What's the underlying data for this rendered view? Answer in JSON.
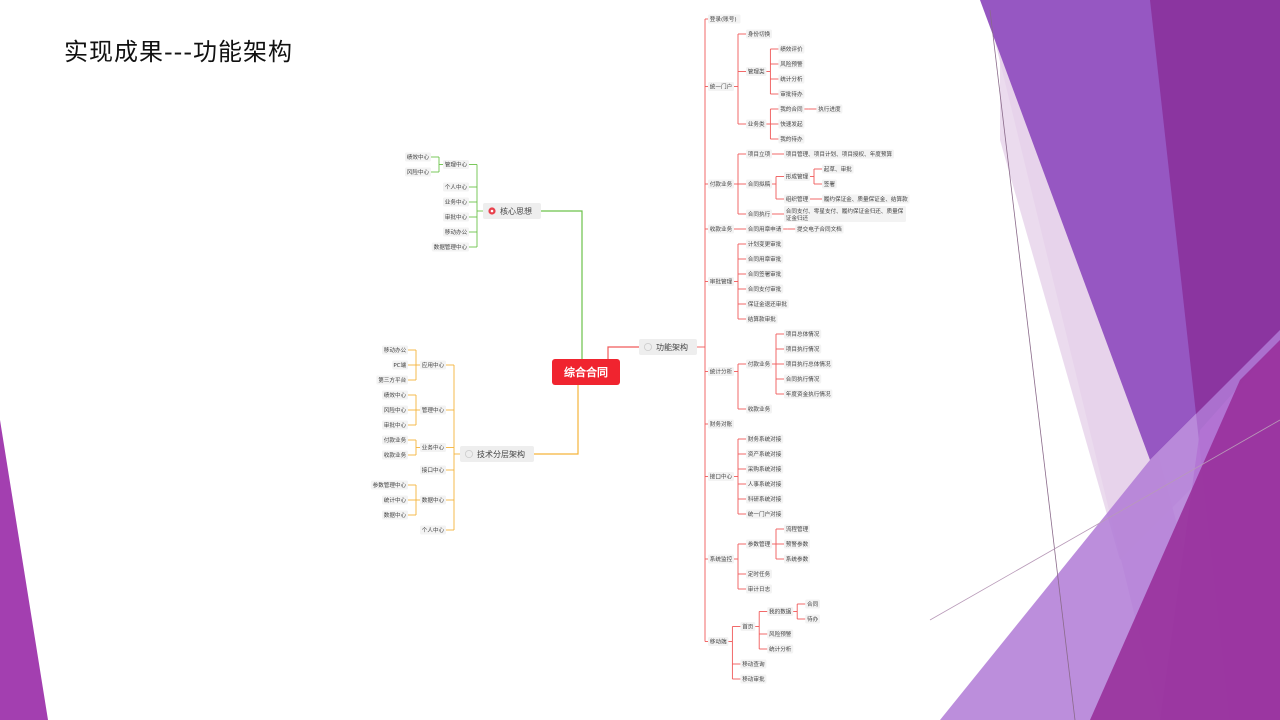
{
  "slide": {
    "title": "实现成果---功能架构"
  },
  "colors": {
    "root": "#f0242f",
    "green": "#6cc24a",
    "orange": "#f5b43b",
    "red": "#f05a5a",
    "deco_purple": "#8e3fa8",
    "deco_violet": "#a06ad0",
    "deco_magenta": "#c040b0",
    "deco_light": "#dcc4e0"
  },
  "mindmap": {
    "root": {
      "label": "综合合同"
    },
    "branches": [
      {
        "label": "核心思想",
        "icon": "bullet-icon",
        "side": "left",
        "color": "green",
        "children": [
          {
            "label": "管理中心",
            "children": [
              {
                "label": "绩效中心"
              },
              {
                "label": "风险中心"
              }
            ]
          },
          {
            "label": "个人中心"
          },
          {
            "label": "业务中心"
          },
          {
            "label": "审批中心"
          },
          {
            "label": "移动办公"
          },
          {
            "label": "数据管理中心"
          }
        ]
      },
      {
        "label": "技术分层架构",
        "icon": "circle-icon",
        "side": "left",
        "color": "orange",
        "children": [
          {
            "label": "应用中心",
            "children": [
              {
                "label": "移动办公"
              },
              {
                "label": "PC端"
              },
              {
                "label": "第三方平台"
              }
            ]
          },
          {
            "label": "管理中心",
            "children": [
              {
                "label": "绩效中心"
              },
              {
                "label": "风险中心"
              },
              {
                "label": "审批中心"
              }
            ]
          },
          {
            "label": "业务中心",
            "children": [
              {
                "label": "付款业务"
              },
              {
                "label": "收款业务"
              }
            ]
          },
          {
            "label": "接口中心"
          },
          {
            "label": "数据中心",
            "children": [
              {
                "label": "参数管理中心"
              },
              {
                "label": "统计中心"
              },
              {
                "label": "数据中心"
              }
            ]
          },
          {
            "label": "个人中心"
          }
        ]
      },
      {
        "label": "功能架构",
        "icon": "circle-icon",
        "side": "right",
        "color": "red",
        "children": [
          {
            "label": "登录(账号)"
          },
          {
            "label": "统一门户",
            "children": [
              {
                "label": "身份切换"
              },
              {
                "label": "管理类",
                "children": [
                  {
                    "label": "绩效评价"
                  },
                  {
                    "label": "风险预警"
                  },
                  {
                    "label": "统计分析"
                  },
                  {
                    "label": "审批待办"
                  }
                ]
              },
              {
                "label": "业务类",
                "children": [
                  {
                    "label": "我的合同",
                    "children": [
                      {
                        "label": "执行进度"
                      }
                    ]
                  },
                  {
                    "label": "快速发起"
                  },
                  {
                    "label": "我的待办"
                  }
                ]
              }
            ]
          },
          {
            "label": "付款业务",
            "children": [
              {
                "label": "项目立项",
                "children": [
                  {
                    "label": "项目管理、项目计划、项目授权、年度预算"
                  }
                ]
              },
              {
                "label": "合同拟稿",
                "children": [
                  {
                    "label": "形成管理",
                    "children": [
                      {
                        "label": "起草、审批"
                      },
                      {
                        "label": "签署"
                      }
                    ]
                  },
                  {
                    "label": "组织管理",
                    "children": [
                      {
                        "label": "履约保证金、质量保证金、结算款"
                      }
                    ]
                  }
                ]
              },
              {
                "label": "合同执行",
                "children": [
                  {
                    "label": "合同支付、零星支付、履约保证金归还、质量保证金归还"
                  }
                ]
              }
            ]
          },
          {
            "label": "收款业务",
            "children": [
              {
                "label": "合同用章申请",
                "children": [
                  {
                    "label": "提交电子合同文档"
                  }
                ]
              }
            ]
          },
          {
            "label": "审批管理",
            "children": [
              {
                "label": "计划变更审批"
              },
              {
                "label": "合同用章审批"
              },
              {
                "label": "合同签署审批"
              },
              {
                "label": "合同支付审批"
              },
              {
                "label": "保证金退还审批"
              },
              {
                "label": "结算款审批"
              }
            ]
          },
          {
            "label": "统计分析",
            "children": [
              {
                "label": "付款业务",
                "children": [
                  {
                    "label": "项目总体情况"
                  },
                  {
                    "label": "项目执行情况"
                  },
                  {
                    "label": "项目执行总体情况"
                  },
                  {
                    "label": "合同执行情况"
                  },
                  {
                    "label": "年度资金执行情况"
                  }
                ]
              },
              {
                "label": "收款业务"
              }
            ]
          },
          {
            "label": "财务对账"
          },
          {
            "label": "接口中心",
            "children": [
              {
                "label": "财务系统对接"
              },
              {
                "label": "资产系统对接"
              },
              {
                "label": "采购系统对接"
              },
              {
                "label": "人事系统对接"
              },
              {
                "label": "科研系统对接"
              },
              {
                "label": "统一门户对接"
              }
            ]
          },
          {
            "label": "系统监控",
            "children": [
              {
                "label": "参数管理",
                "children": [
                  {
                    "label": "流程管理"
                  },
                  {
                    "label": "预警参数"
                  },
                  {
                    "label": "系统参数"
                  }
                ]
              },
              {
                "label": "定时任务"
              },
              {
                "label": "审计日志"
              }
            ]
          },
          {
            "label": "移动端",
            "children": [
              {
                "label": "首页",
                "children": [
                  {
                    "label": "我的数据",
                    "children": [
                      {
                        "label": "合同"
                      },
                      {
                        "label": "待办"
                      }
                    ]
                  },
                  {
                    "label": "风险预警"
                  },
                  {
                    "label": "统计分析"
                  }
                ]
              },
              {
                "label": "移动查询"
              },
              {
                "label": "移动审批"
              }
            ]
          }
        ]
      }
    ]
  }
}
